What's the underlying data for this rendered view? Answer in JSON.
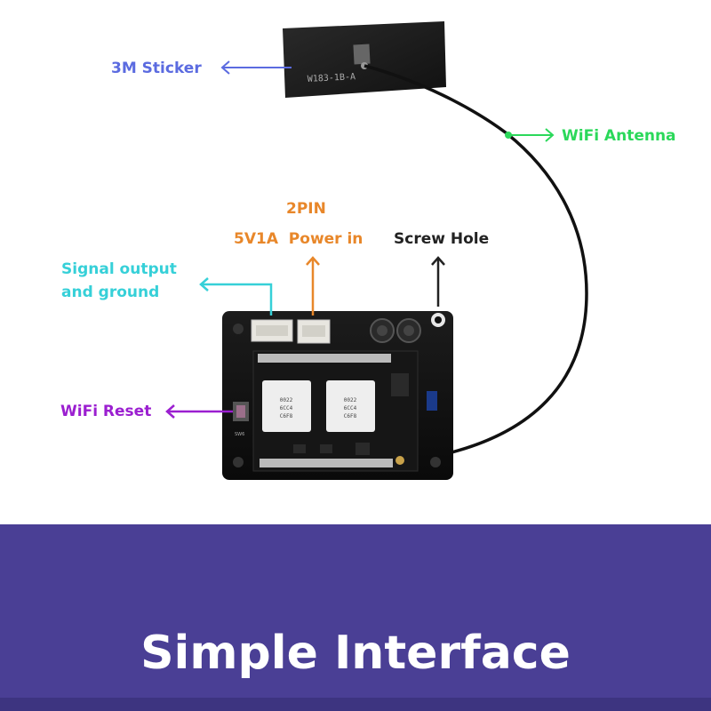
{
  "labels": {
    "sticker": "3M Sticker",
    "antenna": "WiFi Antenna",
    "pin_count": "2PIN",
    "power": "5V1A  Power in",
    "screw": "Screw Hole",
    "signal_line1": "Signal output",
    "signal_line2": "and ground",
    "reset": "WiFi Reset"
  },
  "sticker_print": "W183-1B-A",
  "chip_text": {
    "left": [
      "0022",
      "6CC4",
      "C6F8"
    ],
    "right": [
      "0022",
      "6CC4",
      "C6F8"
    ]
  },
  "switch_text": "SW6",
  "banner": {
    "title": "Simple Interface"
  },
  "colors": {
    "sticker": "#5b6be0",
    "antenna": "#2bd85a",
    "power": "#e8872a",
    "screw": "#222222",
    "signal": "#36d0d8",
    "reset": "#9b1fd0",
    "banner_bg": "#4a3f95"
  }
}
